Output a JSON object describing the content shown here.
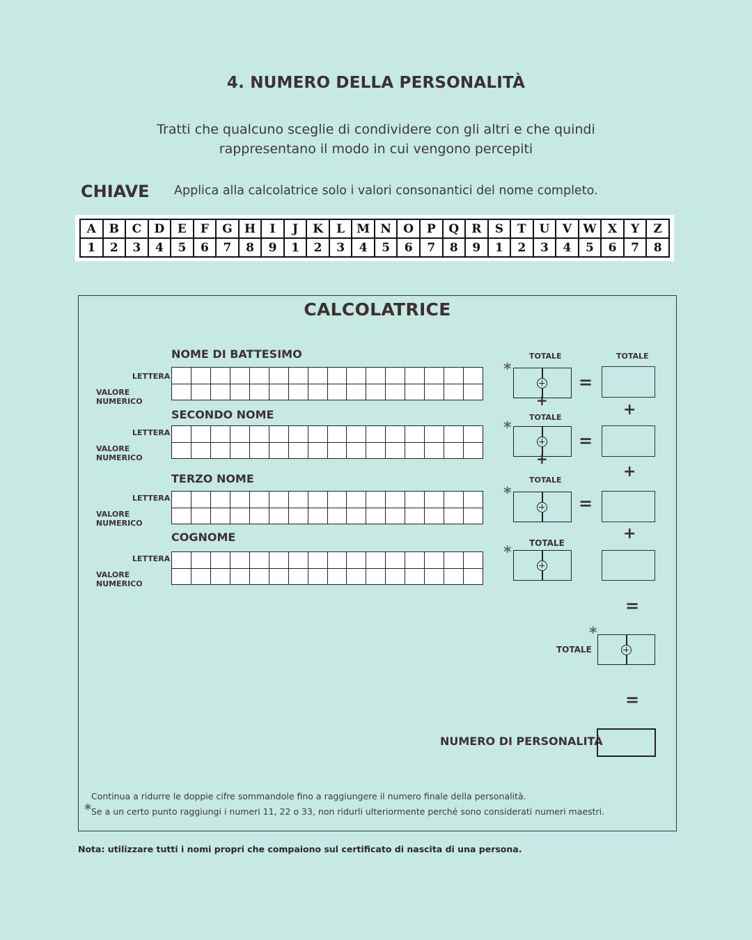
{
  "header": {
    "title": "4. NUMERO DELLA PERSONALITÀ",
    "subtitle_line1": "Tratti che qualcuno sceglie di condividere con gli altri e che quindi",
    "subtitle_line2": "rappresentano il modo in cui vengono percepiti"
  },
  "key": {
    "label": "CHIAVE",
    "description": "Applica alla calcolatrice solo i valori consonantici del nome completo.",
    "letters": [
      "A",
      "B",
      "C",
      "D",
      "E",
      "F",
      "G",
      "H",
      "I",
      "J",
      "K",
      "L",
      "M",
      "N",
      "O",
      "P",
      "Q",
      "R",
      "S",
      "T",
      "U",
      "V",
      "W",
      "X",
      "Y",
      "Z"
    ],
    "values": [
      "1",
      "2",
      "3",
      "4",
      "5",
      "6",
      "7",
      "8",
      "9",
      "1",
      "2",
      "3",
      "4",
      "5",
      "6",
      "7",
      "8",
      "9",
      "1",
      "2",
      "3",
      "4",
      "5",
      "6",
      "7",
      "8"
    ]
  },
  "calculator": {
    "title": "CALCOLATRICE",
    "row_label_letter": "LETTERA",
    "row_label_value_1": "VALORE",
    "row_label_value_2": "NUMERICO",
    "total_label": "TOTALE",
    "star": "*",
    "plus": "+",
    "equals": "=",
    "sections": [
      {
        "title": "NOME DI BATTESIMO"
      },
      {
        "title": "SECONDO NOME"
      },
      {
        "title": "TERZO NOME"
      },
      {
        "title": "COGNOME"
      }
    ],
    "final_label": "NUMERO DI PERSONALITÀ",
    "footnote_1": "Continua a ridurre le doppie cifre sommandole fino a raggiungere il numero finale della personalità.",
    "footnote_2": "Se a un certo punto raggiungi i numeri 11, 22 o 33, non ridurli ulteriormente perché sono considerati numeri maestri."
  },
  "note": "Nota: utilizzare tutti i nomi propri che compaiono sul certificato di nascita di una persona."
}
